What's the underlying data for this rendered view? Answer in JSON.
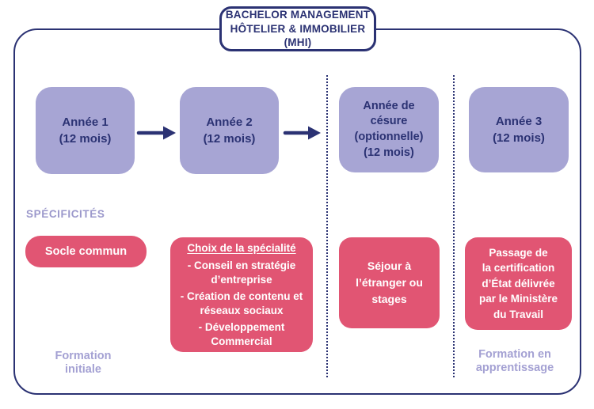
{
  "colors": {
    "navy": "#2b3273",
    "purple": "#a7a5d4",
    "pink": "#e15573",
    "lavender": "#9b98cb",
    "background": "#ffffff"
  },
  "title": {
    "text": "BACHELOR MANAGEMENT\nHÔTELIER & IMMOBILIER\n(MHI)"
  },
  "timeline": {
    "years": [
      {
        "label": "Année 1\n(12 mois)"
      },
      {
        "label": "Année 2\n(12 mois)"
      },
      {
        "label": "Année de\ncésure\n(optionnelle)\n(12 mois)"
      },
      {
        "label": "Année 3\n(12 mois)"
      }
    ]
  },
  "specificites": {
    "heading": "SPÉCIFICITÉS",
    "socle": "Socle commun",
    "specialite": {
      "title": "Choix de la spécialité",
      "items": [
        "- Conseil en stratégie\nd’entreprise",
        "- Création de contenu et\nréseaux sociaux",
        "- Développement\nCommercial"
      ]
    },
    "sejour": "Séjour à\nl’étranger ou\nstages",
    "certification": "Passage de\nla certification\nd’État délivrée\npar le Ministère\ndu Travail"
  },
  "footer": {
    "left": "Formation\ninitiale",
    "right": "Formation en\napprentissage"
  }
}
